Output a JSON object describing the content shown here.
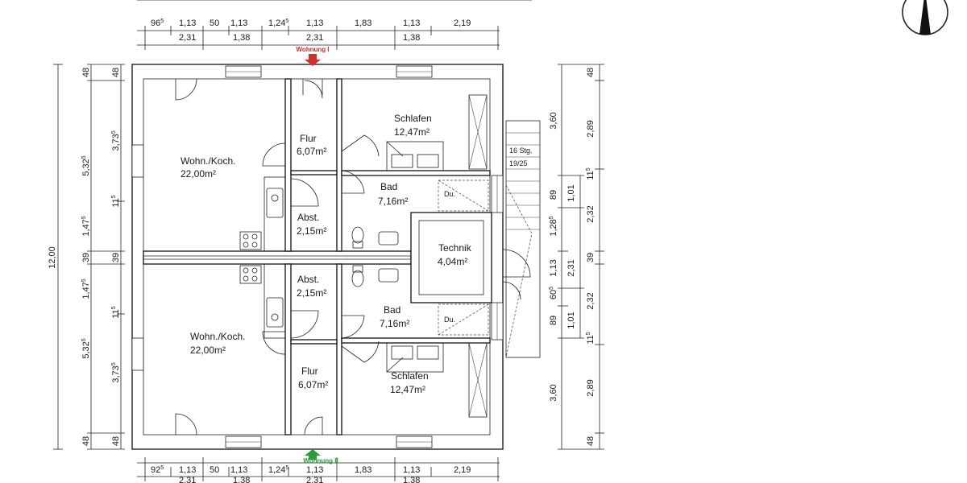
{
  "rooms": {
    "upper": {
      "wohn_name": "Wohn./Koch.",
      "wohn_area": "22,00m²",
      "flur_name": "Flur",
      "flur_area": "6,07m²",
      "abst_name": "Abst.",
      "abst_area": "2,15m²",
      "bad_name": "Bad",
      "bad_area": "7,16m²",
      "schlafen_name": "Schlafen",
      "schlafen_area": "12,47m²",
      "dusche": "Du."
    },
    "lower": {
      "wohn_name": "Wohn./Koch.",
      "wohn_area": "22,00m²",
      "flur_name": "Flur",
      "flur_area": "6,07m²",
      "abst_name": "Abst.",
      "abst_area": "2,15m²",
      "bad_name": "Bad",
      "bad_area": "7,16m²",
      "schlafen_name": "Schlafen",
      "schlafen_area": "12,47m²",
      "dusche": "Du."
    },
    "technik_name": "Technik",
    "technik_area": "4,04m²",
    "stairs_count": "16 Stg.",
    "stairs_ratio": "19/25"
  },
  "entrances": {
    "upper": {
      "label": "Wohnung I",
      "color": "#d32f2f"
    },
    "lower": {
      "label": "Wohnung II",
      "color": "#2e9b3c"
    }
  },
  "dimensions": {
    "top_row": {
      "d1": "96",
      "d1s": "5",
      "d2": "1,13",
      "d3": "50",
      "d4": "1,13",
      "d5": "1,24",
      "d5s": "5",
      "d6": "1,13",
      "d7": "1,83",
      "d8": "1,13",
      "d9": "2,19"
    },
    "top_row2": {
      "a": "2,31",
      "b": "1,38",
      "c": "2,31",
      "d": "1,38"
    },
    "bottom_row": {
      "d1": "92",
      "d1s": "5",
      "d2": "1,13",
      "d3": "50",
      "d4": "1,13",
      "d5": "1,24",
      "d5s": "5",
      "d6": "1,13",
      "d7": "1,83",
      "d8": "1,13",
      "d9": "2,19"
    },
    "bottom_row2": {
      "a": "2,31",
      "b": "1,38",
      "c": "2,31",
      "d": "1,38"
    },
    "left_total": "12,00",
    "left_a": {
      "a48": "48",
      "u532": "5,32",
      "u532s": "5",
      "u147": "1,47",
      "u147s": "5",
      "m39": "39",
      "l147": "1,47",
      "l147s": "5",
      "l532": "5,32",
      "l532s": "5",
      "b48": "48"
    },
    "left_b": {
      "a48": "48",
      "u373": "3,73",
      "u373s": "5",
      "u11": "11",
      "u11s": "5",
      "m39": "39",
      "l11": "11",
      "l11s": "5",
      "l373": "3,73",
      "l373s": "5",
      "b48": "48"
    },
    "right_a": {
      "r360": "3,60",
      "r89": "89",
      "r128": "1,28",
      "r128s": "5",
      "r113": "1,13",
      "r60": "60",
      "r60s": "5",
      "r89b": "89",
      "r360b": "3,60"
    },
    "right_b": {
      "r101": "1,01",
      "r231": "2,31",
      "r101b": "1,01"
    },
    "right_c": {
      "a48": "48",
      "r289": "2,89",
      "r11": "11",
      "r11s": "5",
      "r232": "2,32",
      "m39": "39",
      "r232b": "2,32",
      "r11b": "11",
      "r11bs": "5",
      "r289b": "2,89",
      "b48": "48"
    }
  }
}
